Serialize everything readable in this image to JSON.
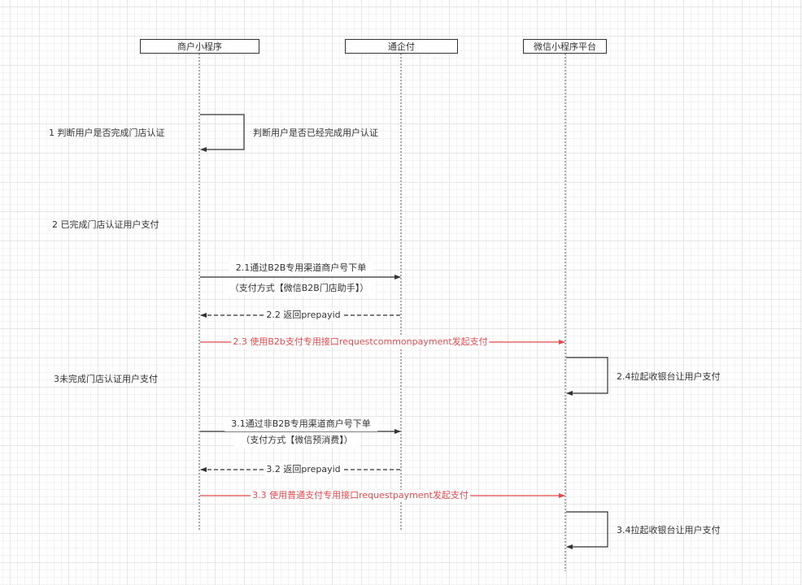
{
  "participants": [
    {
      "id": "merchant",
      "label": "商户小程序"
    },
    {
      "id": "tongqifu",
      "label": "通企付"
    },
    {
      "id": "wechat",
      "label": "微信小程序平台"
    }
  ],
  "sections": [
    {
      "label": "1 判断用户是否完成门店认证"
    },
    {
      "label": "2 已完成门店认证用户支付"
    },
    {
      "label": "3未完成门店认证用户支付"
    }
  ],
  "messages": {
    "m1": {
      "label": "判断用户是否已经完成用户认证",
      "from": "merchant",
      "to": "merchant",
      "style": "solid"
    },
    "m21": {
      "label": "2.1通过B2B专用渠道商户号下单",
      "sub": "（支付方式【微信B2B门店助手】）",
      "from": "merchant",
      "to": "tongqifu",
      "style": "solid"
    },
    "m22": {
      "label": "2.2 返回prepayid",
      "from": "tongqifu",
      "to": "merchant",
      "style": "dashed"
    },
    "m23": {
      "label": "2.3 使用B2b支付专用接口requestcommonpayment发起支付",
      "from": "merchant",
      "to": "wechat",
      "style": "solid-red"
    },
    "m24": {
      "label": "2.4拉起收银台让用户支付",
      "from": "wechat",
      "to": "wechat",
      "style": "solid"
    },
    "m31": {
      "label": "3.1通过非B2B专用渠道商户号下单",
      "sub": "（支付方式【微信预消费】）",
      "from": "merchant",
      "to": "tongqifu",
      "style": "solid"
    },
    "m32": {
      "label": "3.2 返回prepayid",
      "from": "tongqifu",
      "to": "merchant",
      "style": "dashed"
    },
    "m33": {
      "label": "3.3 使用普通支付专用接口requestpayment发起支付",
      "from": "merchant",
      "to": "wechat",
      "style": "solid-red"
    },
    "m34": {
      "label": "3.4拉起收银台让用户支付",
      "from": "wechat",
      "to": "wechat",
      "style": "solid"
    }
  },
  "colors": {
    "line": "#333333",
    "accent_red": "#e8494d",
    "lifeline": "#555555"
  }
}
